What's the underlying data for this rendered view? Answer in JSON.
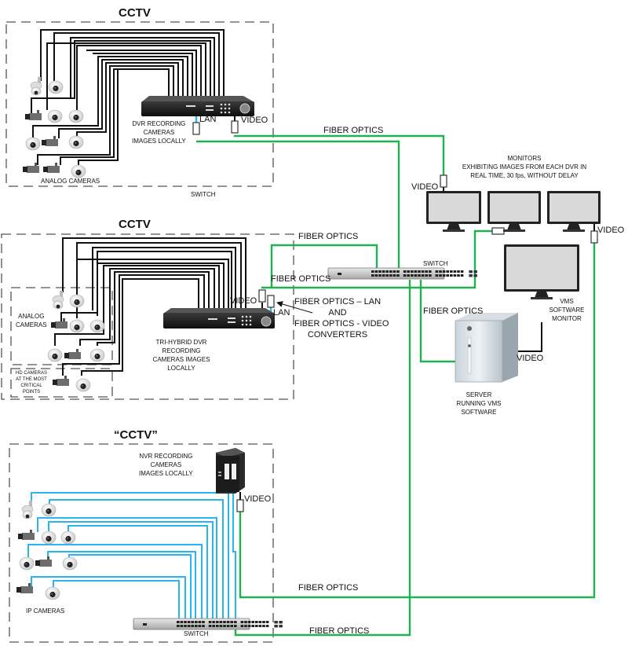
{
  "sections": {
    "top": {
      "title": "CCTV",
      "recorder_label": [
        "DVR RECORDING",
        "CAMERAS",
        "IMAGES LOCALLY"
      ],
      "cameras_label": "ANALOG CAMERAS",
      "lan_label": "LAN",
      "video_label": "VIDEO",
      "below_label": "SWITCH"
    },
    "middle": {
      "title": "CCTV",
      "recorder_label": [
        "TRI-HYBRID DVR",
        "RECORDING",
        "CAMERAS IMAGES",
        "LOCALLY"
      ],
      "analog_group_label": [
        "ANALOG",
        "CAMERAS"
      ],
      "hd_group_label": [
        "HD CAMERAS",
        "AT THE MOST",
        "CRITICAL",
        "POINTS"
      ],
      "video_label": "VIDEO",
      "lan_label": "LAN",
      "converter_note": [
        "FIBER OPTICS  – LAN",
        "AND",
        "FIBER OPTICS  - VIDEO",
        "CONVERTERS"
      ]
    },
    "bottom": {
      "title": "“CCTV”",
      "recorder_label": [
        "NVR RECORDING",
        "CAMERAS",
        "IMAGES LOCALLY"
      ],
      "cameras_label": "IP CAMERAS",
      "video_label": "VIDEO",
      "switch_label": "SWITCH"
    }
  },
  "central": {
    "switch_label": "SWITCH",
    "monitors_label": [
      "MONITORS",
      "EXHIBITING IMAGES FROM EACH DVR IN",
      "REAL TIME, 30 fps, WITHOUT  DELAY"
    ],
    "monitors_video_left": "VIDEO",
    "monitors_video_right": "VIDEO",
    "vms_monitor_label": [
      "VMS",
      "SOFTWARE",
      "MONITOR"
    ],
    "server_label": [
      "SERVER",
      "RUNNING VMS",
      "SOFTWARE"
    ],
    "server_video_label": "VIDEO"
  },
  "links": {
    "fiber_top": "FIBER OPTICS",
    "fiber_mid_upper": "FIBER OPTICS",
    "fiber_mid_lower": "FIBER OPTICS",
    "fiber_server": "FIBER OPTICS",
    "fiber_bottom_upper": "FIBER OPTICS",
    "fiber_bottom_lower": "FIBER OPTICS"
  },
  "colors": {
    "fiber": "#1db34f",
    "ethernet": "#29b6f0",
    "analog_cable": "#111111",
    "boundary": "#555555"
  }
}
